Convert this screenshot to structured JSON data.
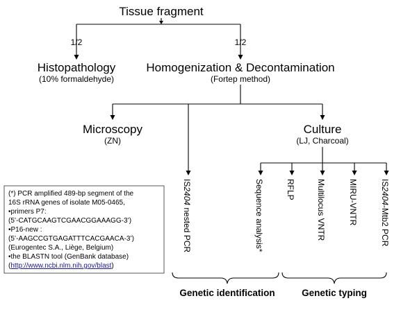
{
  "nodes": {
    "tissue_fragment": "Tissue fragment",
    "histopathology": {
      "title": "Histopathology",
      "subtitle": "(10% formaldehyde)"
    },
    "homogenization": {
      "title": "Homogenization & Decontamination",
      "subtitle": "(Fortep method)"
    },
    "microscopy": {
      "title": "Microscopy",
      "subtitle": "(ZN)"
    },
    "culture": {
      "title": "Culture",
      "subtitle": "(LJ, Charcoal)"
    }
  },
  "split_labels": {
    "left": "1/2",
    "right": "1/2"
  },
  "methods": [
    {
      "id": "is2404-nested-pcr",
      "prefix": "IS",
      "italic": "2404",
      "suffix": " nested PCR"
    },
    {
      "id": "sequence-analysis",
      "prefix": "Sequence analysis*",
      "italic": "",
      "suffix": ""
    },
    {
      "id": "rflp",
      "prefix": "RFLP",
      "italic": "",
      "suffix": ""
    },
    {
      "id": "multilocus-vntr",
      "prefix": "Multilocus VNTR",
      "italic": "",
      "suffix": ""
    },
    {
      "id": "miru-vntr",
      "prefix": "MIRU-VNTR",
      "italic": "",
      "suffix": ""
    },
    {
      "id": "is2404-mtb2-pcr",
      "prefix": "IS",
      "italic": "2404",
      "suffix": "-Mtb2 PCR"
    }
  ],
  "groups": {
    "genetic_identification": "Genetic identification",
    "genetic_typing": "Genetic typing"
  },
  "footnote": {
    "lines": [
      "(*) PCR amplified 489-bp segment of the",
      "16S rRNA genes of isolate M05-0465,",
      "•primers P7:",
      "(5’-CATGCAAGTCGAACGGAAAGG-3’)",
      "•P16-new :",
      "(5’-AAGCCGTGAGATTTCACGAACA-3’)",
      "(Eurogentec S.A., Liège, Belgium)",
      "•the BLASTN tool (GenBank database)"
    ],
    "link_prefix": "(",
    "link": "http://www.ncbi.nlm.nih.gov/blast",
    "link_suffix": ")"
  }
}
